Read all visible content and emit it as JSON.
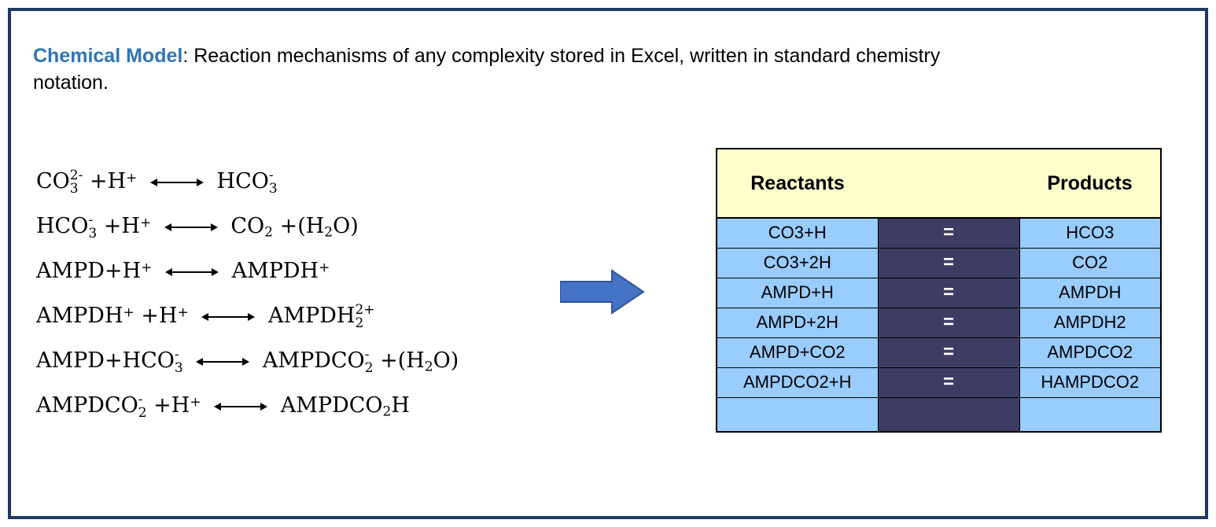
{
  "title": {
    "lead": "Chemical Model",
    "rest": ": Reaction mechanisms of any complexity stored in Excel, written in standard chemistry notation."
  },
  "equations": [
    "CO_{3}^{2-} +H^{+} <-> HCO_{3}^{-}",
    "HCO_{3}^{-} +H^{+} <-> CO_{2} +(H_{2}O)",
    "AMPD+H^{+} <-> AMPDH^{+}",
    "AMPDH^{+} +H^{+} <-> AMPDH_{2}^{2+}",
    "AMPD+HCO_{3}^{-} <-> AMPDCO_{2}^{-} +(H_{2}O)",
    "AMPDCO_{2}^{-} +H^{+} <-> AMPDCO_{2}H"
  ],
  "table": {
    "headers": {
      "reactants": "Reactants",
      "products": "Products"
    },
    "rows": [
      {
        "reactants": "CO3+H",
        "op": "=",
        "products": "HCO3"
      },
      {
        "reactants": "CO3+2H",
        "op": "=",
        "products": "CO2"
      },
      {
        "reactants": "AMPD+H",
        "op": "=",
        "products": "AMPDH"
      },
      {
        "reactants": "AMPD+2H",
        "op": "=",
        "products": "AMPDH2"
      },
      {
        "reactants": "AMPD+CO2",
        "op": "=",
        "products": "AMPDCO2"
      },
      {
        "reactants": "AMPDCO2+H",
        "op": "=",
        "products": "HAMPDCO2"
      },
      {
        "reactants": "",
        "op": "",
        "products": ""
      }
    ]
  },
  "colors": {
    "slide_border": "#1F3864",
    "title_accent": "#2E75B6",
    "table_header_bg": "#FFFFCC",
    "cell_bg": "#99CCFF",
    "dark_column_bg": "#3D3D63",
    "equals_text": "#FFFFFF",
    "arrow_fill": "#4472C4",
    "arrow_stroke": "#2F5597"
  }
}
